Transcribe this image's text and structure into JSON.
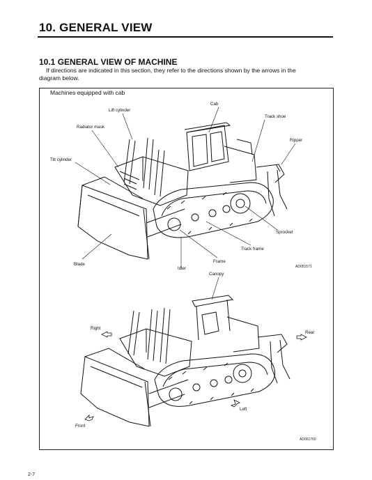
{
  "chapter": {
    "title": "10. GENERAL VIEW"
  },
  "section": {
    "title": "10.1 GENERAL VIEW OF MACHINE",
    "intro_line1": "If directions are indicated in this section, they refer to the directions shown by the arrows in the",
    "intro_line2": "diagram below."
  },
  "figure": {
    "caption": "Machines equipped with cab",
    "top_labels": {
      "cab": "Cab",
      "lift_cylinder": "Lift cylinder",
      "track_shoe": "Track shoe",
      "radiator_mask": "Radiator mask",
      "ripper": "Ripper",
      "tilt_cylinder": "Tilt cylinder",
      "sprocket": "Sprocket",
      "track_frame": "Track frame",
      "frame": "Frame",
      "blade": "Blade",
      "idler": "Idler"
    },
    "top_code": "AD051571",
    "bottom_labels": {
      "canopy": "Canopy",
      "right": "Right",
      "rear": "Rear",
      "left": "Left",
      "front": "Front"
    },
    "bottom_code": "AD051760"
  },
  "footer": {
    "page_number": "2-7"
  }
}
